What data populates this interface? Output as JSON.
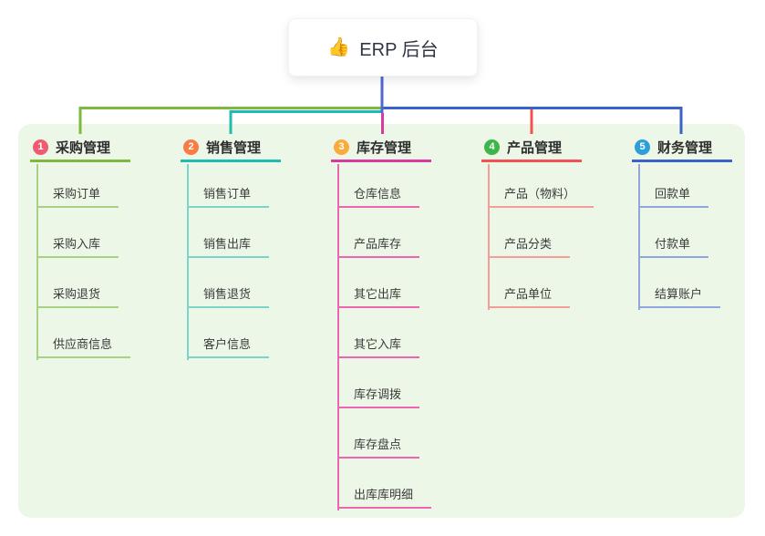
{
  "root": {
    "icon": "👍",
    "label": "ERP 后台"
  },
  "panel": {
    "background": "#ecf7e7"
  },
  "connector": {
    "trunk_color": "#4f69d2"
  },
  "branches": [
    {
      "index": "1",
      "label": "采购管理",
      "badge_color": "#ef5b70",
      "line_color": "#7cb93e",
      "sub_line_color": "#a8d183",
      "children": [
        "采购订单",
        "采购入库",
        "采购退货",
        "供应商信息"
      ]
    },
    {
      "index": "2",
      "label": "销售管理",
      "badge_color": "#f97c45",
      "line_color": "#1fbcb0",
      "sub_line_color": "#7bd4ca",
      "children": [
        "销售订单",
        "销售出库",
        "销售退货",
        "客户信息"
      ]
    },
    {
      "index": "3",
      "label": "库存管理",
      "badge_color": "#fbab3d",
      "line_color": "#d93a9e",
      "sub_line_color": "#ee66b2",
      "children": [
        "仓库信息",
        "产品库存",
        "其它出库",
        "其它入库",
        "库存调拨",
        "库存盘点",
        "出库库明细"
      ]
    },
    {
      "index": "4",
      "label": "产品管理",
      "badge_color": "#3cb54a",
      "line_color": "#f05352",
      "sub_line_color": "#f59d98",
      "children": [
        "产品（物料）",
        "产品分类",
        "产品单位"
      ]
    },
    {
      "index": "5",
      "label": "财务管理",
      "badge_color": "#2d9fd8",
      "line_color": "#3a62c9",
      "sub_line_color": "#91a7dc",
      "children": [
        "回款单",
        "付款单",
        "结算账户"
      ]
    }
  ]
}
